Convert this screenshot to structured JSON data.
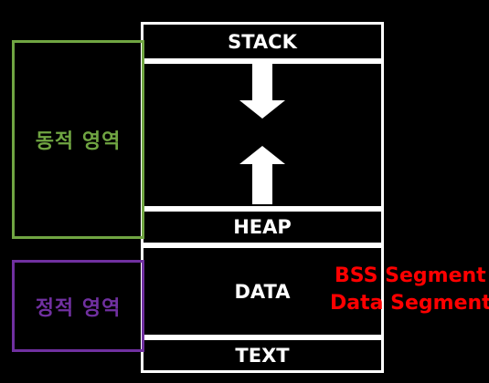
{
  "memory": {
    "stack_label": "STACK",
    "heap_label": "HEAP",
    "data_label": "DATA",
    "text_label": "TEXT"
  },
  "regions": {
    "dynamic_label": "동적 영역",
    "static_label": "정적 영역",
    "dynamic_color": "#70a542",
    "static_color": "#7030a0"
  },
  "segments": {
    "bss_label": "BSS Segment",
    "data_label": "Data Segment",
    "color": "#ff0000"
  },
  "icons": {
    "stack_growth": "arrow-down-icon",
    "heap_growth": "arrow-up-icon"
  }
}
